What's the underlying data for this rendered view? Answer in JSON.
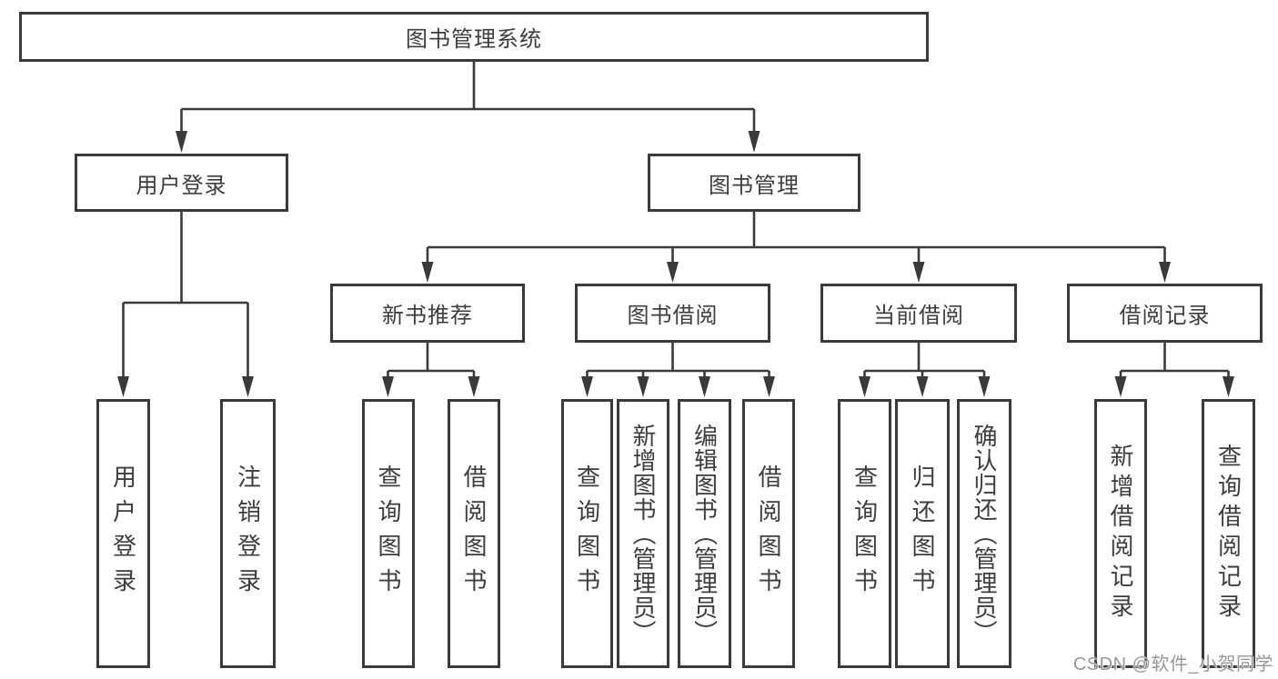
{
  "diagram": {
    "tree": {
      "label": "图书管理系统",
      "children": [
        {
          "label": "用户登录",
          "children": [
            {
              "label": "用户登录"
            },
            {
              "label": "注销登录"
            }
          ]
        },
        {
          "label": "图书管理",
          "children": [
            {
              "label": "新书推荐",
              "children": [
                {
                  "label": "查询图书"
                },
                {
                  "label": "借阅图书"
                }
              ]
            },
            {
              "label": "图书借阅",
              "children": [
                {
                  "label": "查询图书"
                },
                {
                  "label": "新增图书（管理员）"
                },
                {
                  "label": "编辑图书（管理员）"
                },
                {
                  "label": "借阅图书"
                }
              ]
            },
            {
              "label": "当前借阅",
              "children": [
                {
                  "label": "查询图书"
                },
                {
                  "label": "归还图书"
                },
                {
                  "label": "确认归还（管理员）"
                }
              ]
            },
            {
              "label": "借阅记录",
              "children": [
                {
                  "label": "新增借阅记录"
                },
                {
                  "label": "查询借阅记录"
                }
              ]
            }
          ]
        }
      ]
    }
  },
  "watermark": {
    "text": "CSDN @软件_小贺同学"
  },
  "colors": {
    "line": "#3a3a3a",
    "text": "#3d3d3d",
    "background": "#ffffff",
    "watermark": "#989898"
  }
}
